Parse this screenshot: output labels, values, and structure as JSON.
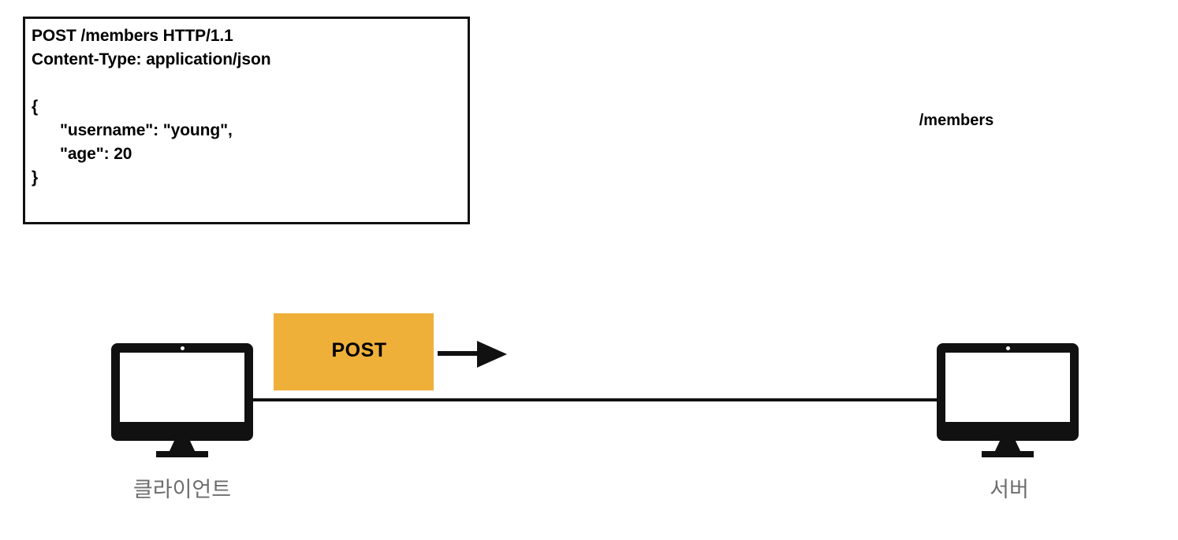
{
  "diagram": {
    "request_box": {
      "lines": [
        {
          "text": "POST /members HTTP/1.1",
          "indent": false
        },
        {
          "text": "Content-Type: application/json",
          "indent": false
        },
        {
          "text": "",
          "indent": false
        },
        {
          "text": "{",
          "indent": false
        },
        {
          "text": "\"username\": \"young\",",
          "indent": true
        },
        {
          "text": "\"age\": 20",
          "indent": true
        },
        {
          "text": "}",
          "indent": false
        }
      ],
      "method": "POST",
      "path": "/members",
      "http_version": "HTTP/1.1",
      "content_type": "application/json",
      "body_fields": [
        {
          "key": "username",
          "value": "young"
        },
        {
          "key": "age",
          "value": "20"
        }
      ]
    },
    "endpoint_label": "/members",
    "method_badge": {
      "label": "POST",
      "color": "#efb03a"
    },
    "arrow": {
      "name": "request-arrow",
      "direction": "right"
    },
    "nodes": [
      {
        "id": "client",
        "caption": "클라이언트",
        "icon": "monitor-icon"
      },
      {
        "id": "server",
        "caption": "서버",
        "icon": "monitor-icon"
      }
    ],
    "colors": {
      "accent": "#efb03a",
      "ink": "#111111",
      "caption": "#6e6e6e",
      "background": "#ffffff"
    }
  }
}
